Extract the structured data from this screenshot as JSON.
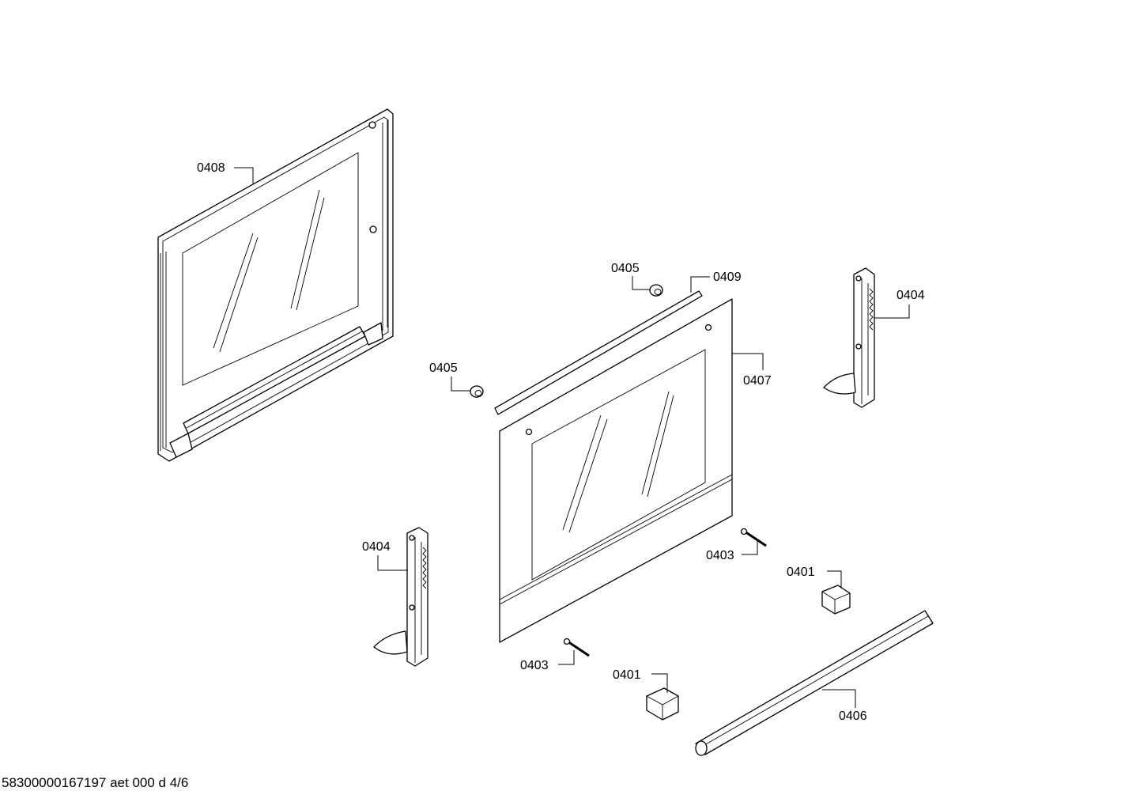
{
  "labels": {
    "l0408": "0408",
    "l0405a": "0405",
    "l0409": "0409",
    "l0404a": "0404",
    "l0405b": "0405",
    "l0407": "0407",
    "l0404b": "0404",
    "l0403a": "0403",
    "l0401a": "0401",
    "l0403b": "0403",
    "l0401b": "0401",
    "l0406": "0406"
  },
  "footer": "58300000167197 aet 000 d 4/6"
}
